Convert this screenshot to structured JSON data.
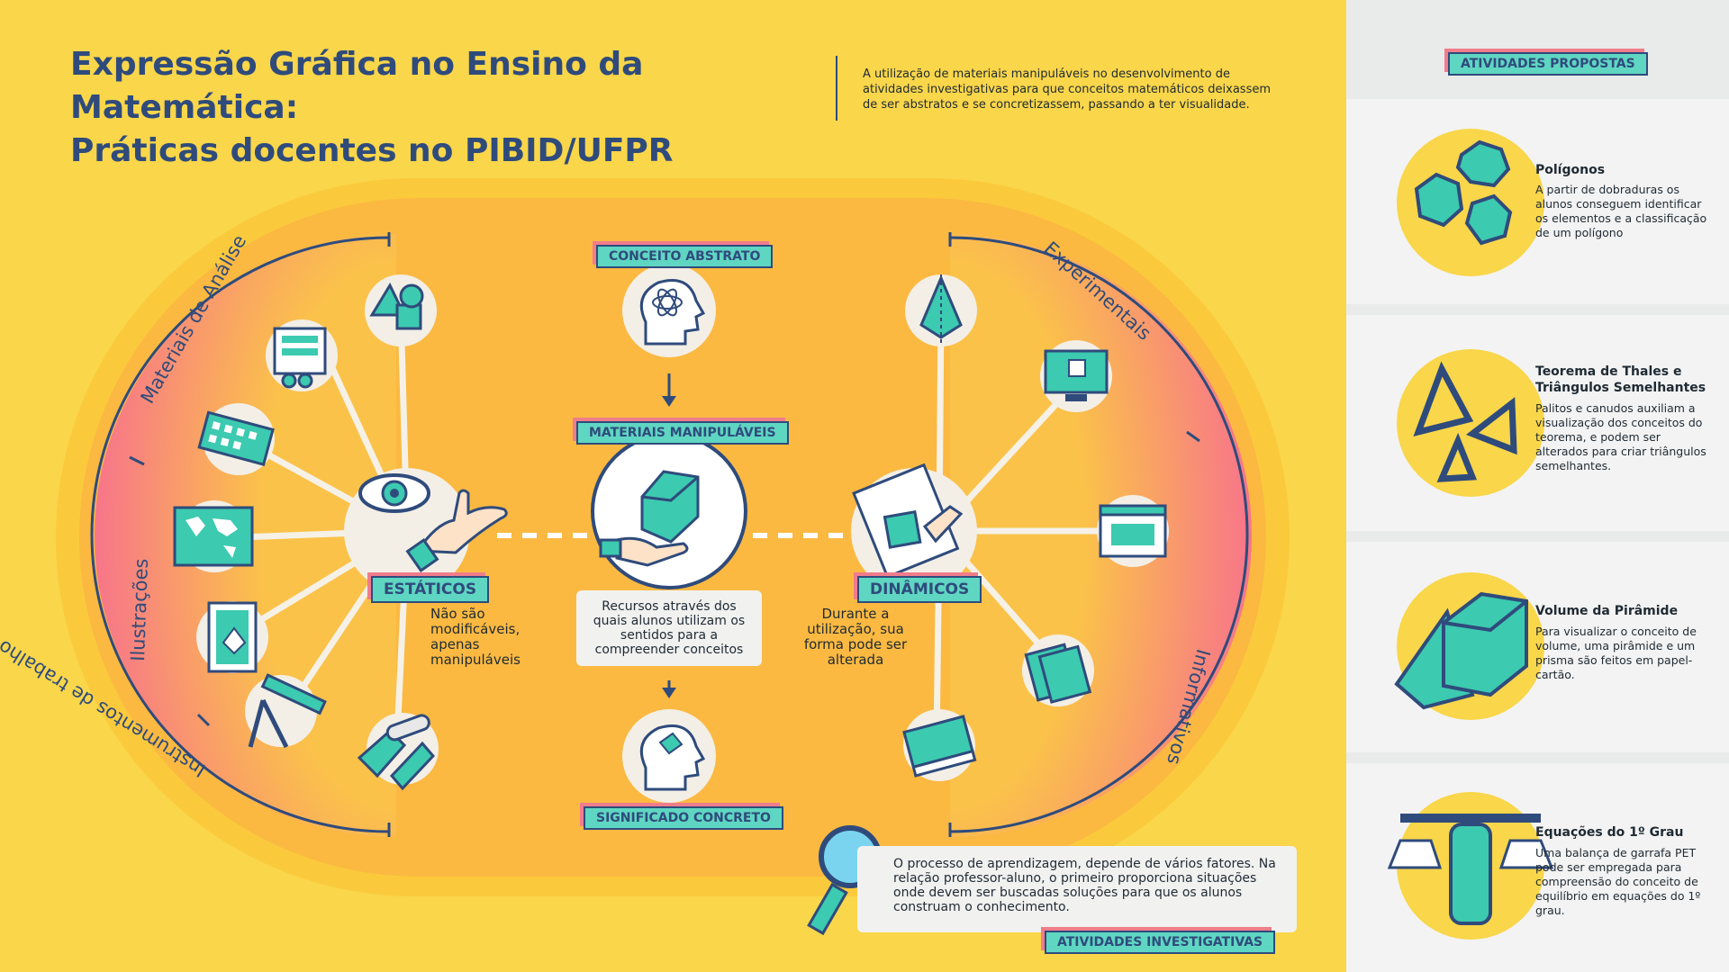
{
  "title": {
    "line1": "Expressão Gráfica no Ensino da Matemática:",
    "line2": "Práticas docentes no PIBID/UFPR"
  },
  "intro": "A utilização de materiais manipuláveis no desenvolvimento de atividades investigativas para que conceitos matemáticos deixassem de ser abstratos e se concretizassem, passando a ter visualidade.",
  "center": {
    "top_tag": "CONCEITO ABSTRATO",
    "mid_tag": "MATERIAIS  MANIPULÁVEIS",
    "bottom_tag": "SIGNIFICADO CONCRETO",
    "desc": "Recursos através dos quais alunos utilizam os sentidos para a compreender conceitos"
  },
  "left": {
    "tag": "ESTÁTICOS",
    "desc": "Não são modificáveis, apenas manipuláveis",
    "arc_labels": [
      "Materiais de Análise",
      "Ilustrações",
      "Instrumentos de trabalho"
    ]
  },
  "right": {
    "tag": "DINÂMICOS",
    "desc": "Durante a utilização, sua forma pode ser alterada",
    "arc_labels": [
      "Experimentais",
      "Informativos"
    ]
  },
  "investigative": {
    "text": "O processo de aprendizagem, depende de vários fatores. Na relação professor-aluno, o primeiro proporciona situações onde devem ser buscadas soluções para que os alunos construam o conhecimento.",
    "tag": "ATIVIDADES INVESTIGATIVAS"
  },
  "sidebar": {
    "header": "ATIVIDADES PROPOSTAS",
    "activities": [
      {
        "title": "Polígonos",
        "desc": "A partir de dobraduras os alunos conseguem identificar os elementos e a classificação de um polígono",
        "icon": "polygons-icon"
      },
      {
        "title": "Teorema de Thales e Triângulos Semelhantes",
        "desc": "Palitos e canudos auxiliam a visualização dos conceitos do teorema, e podem ser alterados para criar triângulos semelhantes.",
        "icon": "triangles-icon"
      },
      {
        "title": "Volume da Pirâmide",
        "desc": "Para visualizar o conceito de volume, uma pirâmide e um prisma são feitos em papel-cartão.",
        "icon": "pyramid-prism-icon"
      },
      {
        "title": "Equações do 1º Grau",
        "desc": "Uma balança de garrafa PET pode ser empregada para compreensão do conceito de equilíbrio em equações do 1º grau.",
        "icon": "balance-icon"
      }
    ]
  },
  "colors": {
    "background": "#f9d64a",
    "accent": "#5fd6c2",
    "navy": "#2f4b7c",
    "pink": "#f07d8c",
    "sidebar": "#e9eaea"
  }
}
